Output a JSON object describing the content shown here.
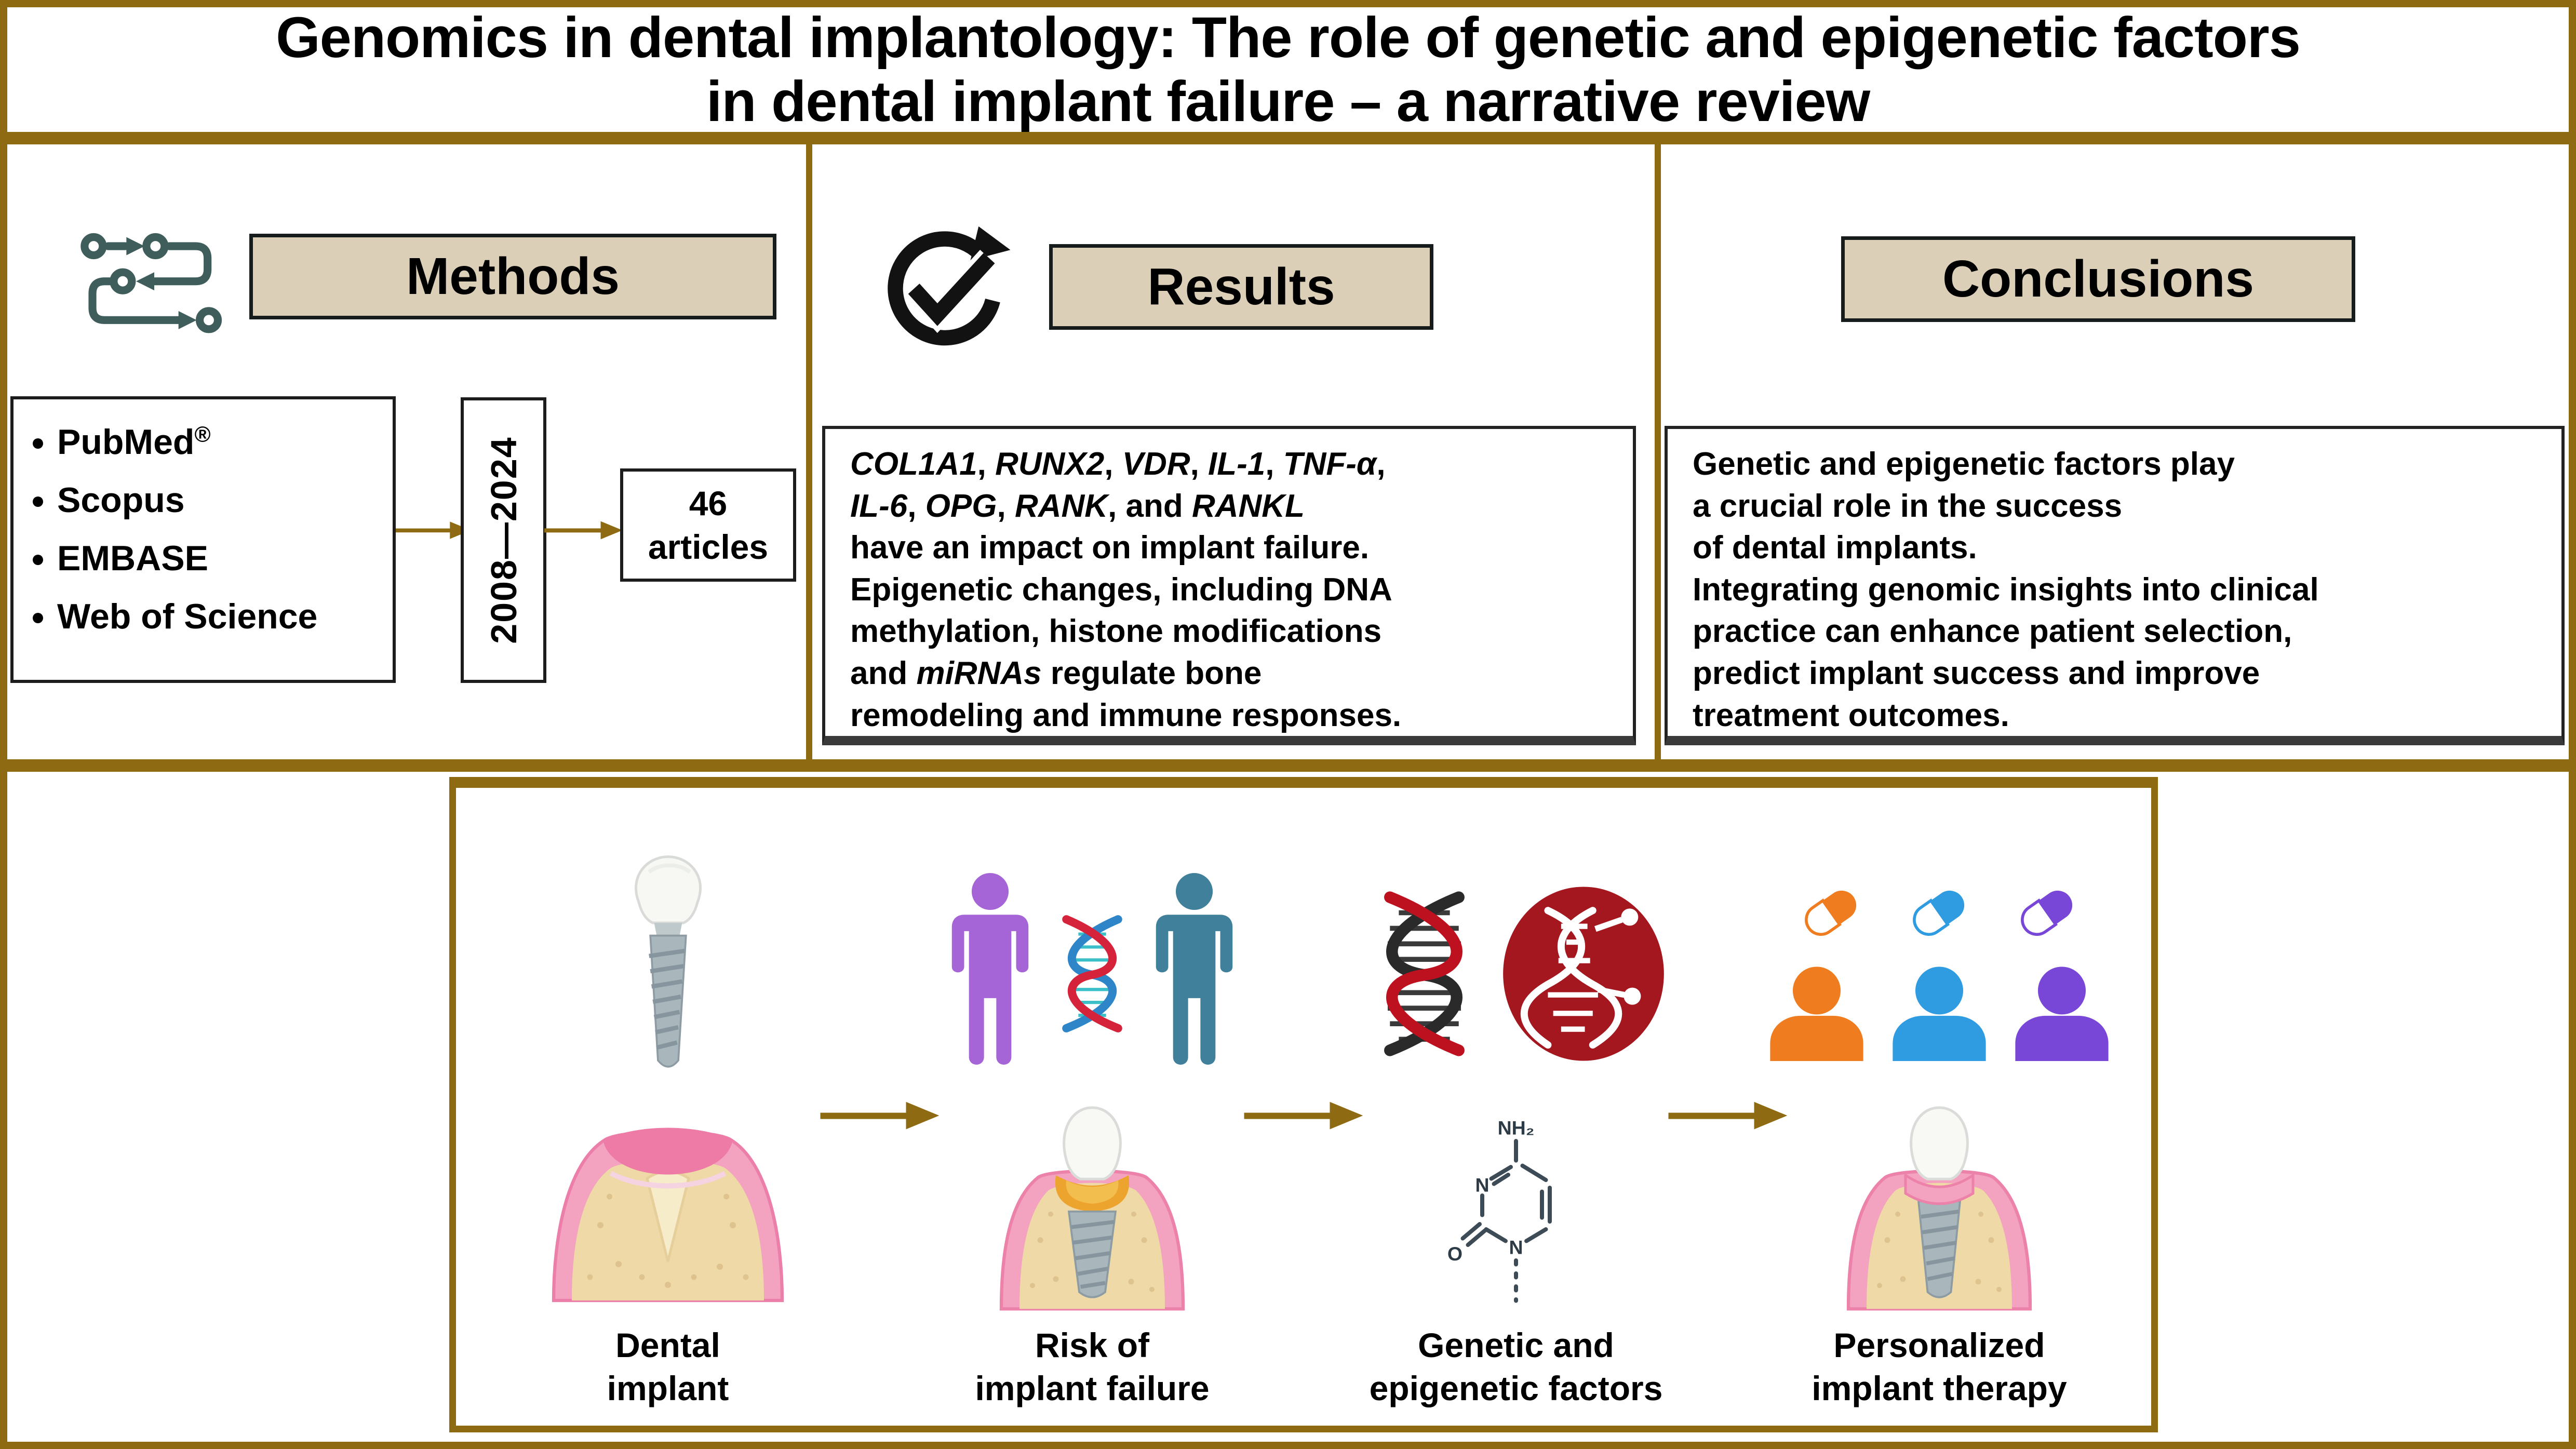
{
  "title": {
    "line1": "Genomics in dental implantology: The role of genetic and epigenetic factors",
    "line2": "in dental implant failure – a narrative review"
  },
  "methods": {
    "header": "Methods",
    "icon": "process-flow-icon",
    "databases": [
      "PubMed",
      "Scopus",
      "EMBASE",
      "Web of Science"
    ],
    "registered_mark": "®",
    "year_range": "2008—2024",
    "articles_count": "46",
    "articles_label": "articles"
  },
  "results": {
    "header": "Results",
    "icon": "check-cycle-icon",
    "segments": [
      {
        "t": "COL1A1",
        "i": 1
      },
      {
        "t": ", ",
        "i": 0
      },
      {
        "t": "RUNX2",
        "i": 1
      },
      {
        "t": ", ",
        "i": 0
      },
      {
        "t": "VDR",
        "i": 1
      },
      {
        "t": ", ",
        "i": 0
      },
      {
        "t": "IL-1",
        "i": 1
      },
      {
        "t": ", ",
        "i": 0
      },
      {
        "t": "TNF-α",
        "i": 1
      },
      {
        "t": ",\n",
        "i": 0
      },
      {
        "t": "IL-6",
        "i": 1
      },
      {
        "t": ", ",
        "i": 0
      },
      {
        "t": "OPG",
        "i": 1
      },
      {
        "t": ", ",
        "i": 0
      },
      {
        "t": "RANK",
        "i": 1
      },
      {
        "t": ", and ",
        "i": 0
      },
      {
        "t": "RANKL",
        "i": 1
      },
      {
        "t": "\n",
        "i": 0
      },
      {
        "t": "have an impact on implant failure.\nEpigenetic changes, including DNA\nmethylation, histone modifications\nand ",
        "i": 0
      },
      {
        "t": "miRNAs",
        "i": 1
      },
      {
        "t": " regulate bone\nremodeling and immune responses.",
        "i": 0
      }
    ]
  },
  "conclusions": {
    "header": "Conclusions",
    "text": "Genetic and epigenetic factors play\na crucial role in the success\nof dental implants.\nIntegrating genomic insights into clinical\npractice can enhance patient selection,\npredict implant success and improve\ntreatment outcomes."
  },
  "flow": {
    "stages": [
      {
        "label": "Dental\nimplant",
        "icon": "dental-implant-icon"
      },
      {
        "label": "Risk of\nimplant failure",
        "icon": "patients-dna-icon"
      },
      {
        "label": "Genetic and\nepigenetic factors",
        "icon": "dna-genome-icon"
      },
      {
        "label": "Personalized\nimplant therapy",
        "icon": "pills-patients-icon"
      }
    ],
    "molecule_labels": {
      "amine": "NH₂",
      "n_ring": "N",
      "n_bottom": "N",
      "oxygen": "O"
    }
  },
  "colors": {
    "frame_brown": "#8e6b12",
    "header_tan": "#dccfb8",
    "box_border": "#1c1c1c",
    "methods_icon": "#3f5d5b",
    "person_purple": "#a665d6",
    "person_teal": "#41809b",
    "dna_red": "#d6233c",
    "dna_blue": "#2e86c9",
    "helix_black": "#2a2a2a",
    "helix_red": "#bd1120",
    "genome_circle_red": "#a4171f",
    "pill_orange": "#ef7c1e",
    "pill_blue": "#2f9be0",
    "pill_purple": "#7847d8",
    "gum_pink": "#f3a3c0",
    "bone_tan": "#eed9a7",
    "inflammation_orange": "#eca42f"
  }
}
